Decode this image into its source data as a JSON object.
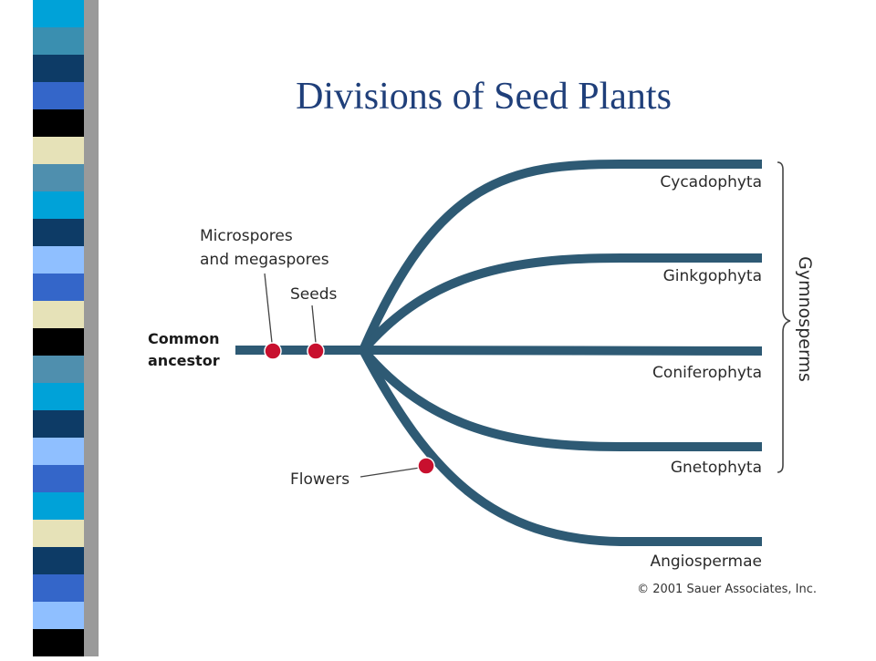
{
  "title": "Divisions of Seed Plants",
  "root": {
    "line1": "Common",
    "line2": "ancestor"
  },
  "events": {
    "micro_line1": "Microspores",
    "micro_line2": "and megaspores",
    "seeds": "Seeds",
    "flowers": "Flowers"
  },
  "taxa": [
    "Cycadophyta",
    "Ginkgophyta",
    "Coniferophyta",
    "Gnetophyta",
    "Angiospermae"
  ],
  "group": "Gymnosperms",
  "copyright": "© 2001 Sauer Associates, Inc.",
  "colors": {
    "branch": "#2e5a74",
    "marker": "#c8102e",
    "title": "#1f3f7a",
    "stripes": [
      "#00a2d8",
      "#3a8fb0",
      "#0d3b66",
      "#3466c9",
      "#000000",
      "#e6e2b8",
      "#4f8fae",
      "#00a2d8",
      "#0d3b66",
      "#8fbfff",
      "#3466c9",
      "#e6e2b8",
      "#000000",
      "#4f8fae",
      "#00a2d8",
      "#0d3b66",
      "#8fbfff",
      "#3466c9",
      "#00a2d8",
      "#e6e2b8",
      "#0d3b66",
      "#3466c9",
      "#8fbfff",
      "#000000"
    ]
  }
}
